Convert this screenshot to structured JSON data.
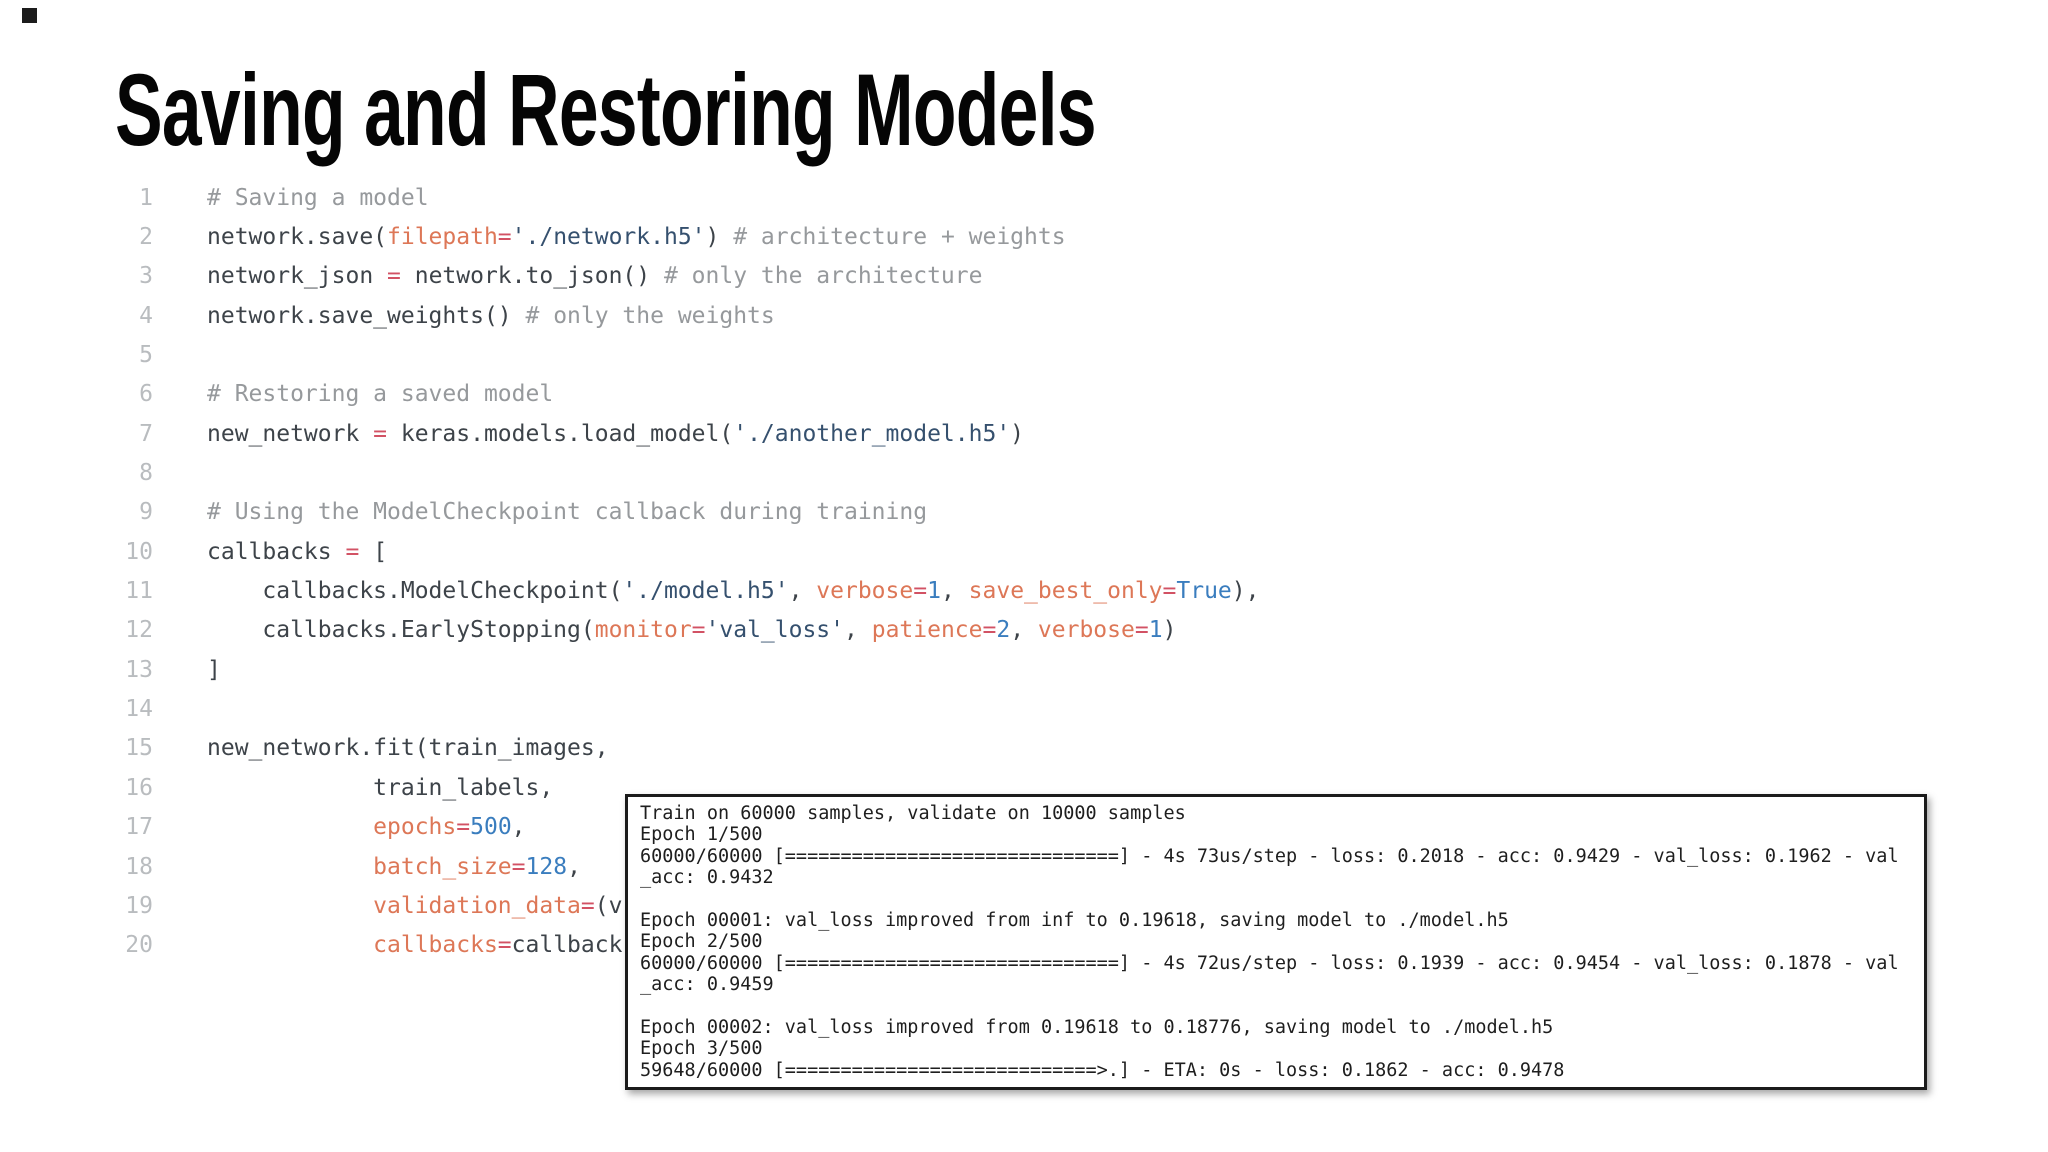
{
  "slide": {
    "title": "Saving and Restoring Models"
  },
  "colors": {
    "background": "#ffffff",
    "title_text": "#050505",
    "code_plain": "#3d4349",
    "code_comment": "#96999c",
    "code_param_orange": "#dd7757",
    "code_equals_red": "#d25264",
    "code_number_blue": "#3a7dbe",
    "code_string_navy": "#35506e",
    "line_number_gray": "#b9bcbf",
    "console_border": "#1b1b1b",
    "console_text": "#1e1e1e"
  },
  "code": {
    "lines": [
      {
        "n": "1",
        "segments": [
          {
            "c": "cm",
            "t": "# Saving a model"
          }
        ]
      },
      {
        "n": "2",
        "segments": [
          {
            "c": "pl",
            "t": "network.save("
          },
          {
            "c": "pr",
            "t": "filepath"
          },
          {
            "c": "eq",
            "t": "="
          },
          {
            "c": "st",
            "t": "'./network.h5'"
          },
          {
            "c": "pl",
            "t": ") "
          },
          {
            "c": "cm",
            "t": "# architecture + weights"
          }
        ]
      },
      {
        "n": "3",
        "segments": [
          {
            "c": "pl",
            "t": "network_json "
          },
          {
            "c": "eq",
            "t": "="
          },
          {
            "c": "pl",
            "t": " network.to_json() "
          },
          {
            "c": "cm",
            "t": "# only the architecture"
          }
        ]
      },
      {
        "n": "4",
        "segments": [
          {
            "c": "pl",
            "t": "network.save_weights() "
          },
          {
            "c": "cm",
            "t": "# only the weights"
          }
        ]
      },
      {
        "n": "5",
        "segments": []
      },
      {
        "n": "6",
        "segments": [
          {
            "c": "cm",
            "t": "# Restoring a saved model"
          }
        ]
      },
      {
        "n": "7",
        "segments": [
          {
            "c": "pl",
            "t": "new_network "
          },
          {
            "c": "eq",
            "t": "="
          },
          {
            "c": "pl",
            "t": " keras.models.load_model("
          },
          {
            "c": "st",
            "t": "'./another_model.h5'"
          },
          {
            "c": "pl",
            "t": ")"
          }
        ]
      },
      {
        "n": "8",
        "segments": []
      },
      {
        "n": "9",
        "segments": [
          {
            "c": "cm",
            "t": "# Using the ModelCheckpoint callback during training"
          }
        ]
      },
      {
        "n": "10",
        "segments": [
          {
            "c": "pl",
            "t": "callbacks "
          },
          {
            "c": "eq",
            "t": "="
          },
          {
            "c": "pl",
            "t": " ["
          }
        ]
      },
      {
        "n": "11",
        "segments": [
          {
            "c": "pl",
            "t": "    callbacks.ModelCheckpoint("
          },
          {
            "c": "st",
            "t": "'./model.h5'"
          },
          {
            "c": "pl",
            "t": ", "
          },
          {
            "c": "pr",
            "t": "verbose"
          },
          {
            "c": "eq",
            "t": "="
          },
          {
            "c": "nm",
            "t": "1"
          },
          {
            "c": "pl",
            "t": ", "
          },
          {
            "c": "pr",
            "t": "save_best_only"
          },
          {
            "c": "eq",
            "t": "="
          },
          {
            "c": "nm",
            "t": "True"
          },
          {
            "c": "pl",
            "t": "),"
          }
        ]
      },
      {
        "n": "12",
        "segments": [
          {
            "c": "pl",
            "t": "    callbacks.EarlyStopping("
          },
          {
            "c": "pr",
            "t": "monitor"
          },
          {
            "c": "eq",
            "t": "="
          },
          {
            "c": "st",
            "t": "'val_loss'"
          },
          {
            "c": "pl",
            "t": ", "
          },
          {
            "c": "pr",
            "t": "patience"
          },
          {
            "c": "eq",
            "t": "="
          },
          {
            "c": "nm",
            "t": "2"
          },
          {
            "c": "pl",
            "t": ", "
          },
          {
            "c": "pr",
            "t": "verbose"
          },
          {
            "c": "eq",
            "t": "="
          },
          {
            "c": "nm",
            "t": "1"
          },
          {
            "c": "pl",
            "t": ")"
          }
        ]
      },
      {
        "n": "13",
        "segments": [
          {
            "c": "pl",
            "t": "]"
          }
        ]
      },
      {
        "n": "14",
        "segments": []
      },
      {
        "n": "15",
        "segments": [
          {
            "c": "pl",
            "t": "new_network.fit(train_images,"
          }
        ]
      },
      {
        "n": "16",
        "segments": [
          {
            "c": "pl",
            "t": "            train_labels,"
          }
        ]
      },
      {
        "n": "17",
        "segments": [
          {
            "c": "pl",
            "t": "            "
          },
          {
            "c": "pr",
            "t": "epochs"
          },
          {
            "c": "eq",
            "t": "="
          },
          {
            "c": "nm",
            "t": "500"
          },
          {
            "c": "pl",
            "t": ","
          }
        ]
      },
      {
        "n": "18",
        "segments": [
          {
            "c": "pl",
            "t": "            "
          },
          {
            "c": "pr",
            "t": "batch_size"
          },
          {
            "c": "eq",
            "t": "="
          },
          {
            "c": "nm",
            "t": "128"
          },
          {
            "c": "pl",
            "t": ","
          }
        ]
      },
      {
        "n": "19",
        "segments": [
          {
            "c": "pl",
            "t": "            "
          },
          {
            "c": "pr",
            "t": "validation_data"
          },
          {
            "c": "eq",
            "t": "="
          },
          {
            "c": "pl",
            "t": "(v"
          }
        ]
      },
      {
        "n": "20",
        "segments": [
          {
            "c": "pl",
            "t": "            "
          },
          {
            "c": "pr",
            "t": "callbacks"
          },
          {
            "c": "eq",
            "t": "="
          },
          {
            "c": "pl",
            "t": "callback"
          }
        ]
      }
    ]
  },
  "console": {
    "lines": [
      "Train on 60000 samples, validate on 10000 samples",
      "Epoch 1/500",
      "60000/60000 [==============================] - 4s 73us/step - loss: 0.2018 - acc: 0.9429 - val_loss: 0.1962 - val",
      "_acc: 0.9432",
      "",
      "Epoch 00001: val_loss improved from inf to 0.19618, saving model to ./model.h5",
      "Epoch 2/500",
      "60000/60000 [==============================] - 4s 72us/step - loss: 0.1939 - acc: 0.9454 - val_loss: 0.1878 - val",
      "_acc: 0.9459",
      "",
      "Epoch 00002: val_loss improved from 0.19618 to 0.18776, saving model to ./model.h5",
      "Epoch 3/500",
      "59648/60000 [============================>.] - ETA: 0s - loss: 0.1862 - acc: 0.9478"
    ]
  }
}
